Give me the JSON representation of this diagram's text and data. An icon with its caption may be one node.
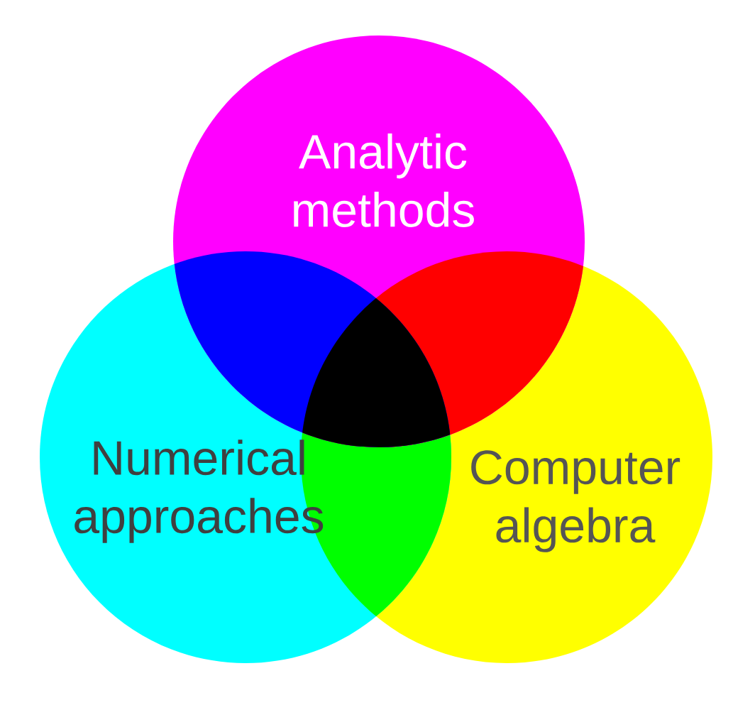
{
  "diagram": {
    "nodes": [
      {
        "text": [
          "Analytic methods"
        ]
      },
      {
        "text": [
          "Numerical approaches"
        ]
      },
      {
        "text": [
          "Computer algebra"
        ]
      }
    ]
  }
}
